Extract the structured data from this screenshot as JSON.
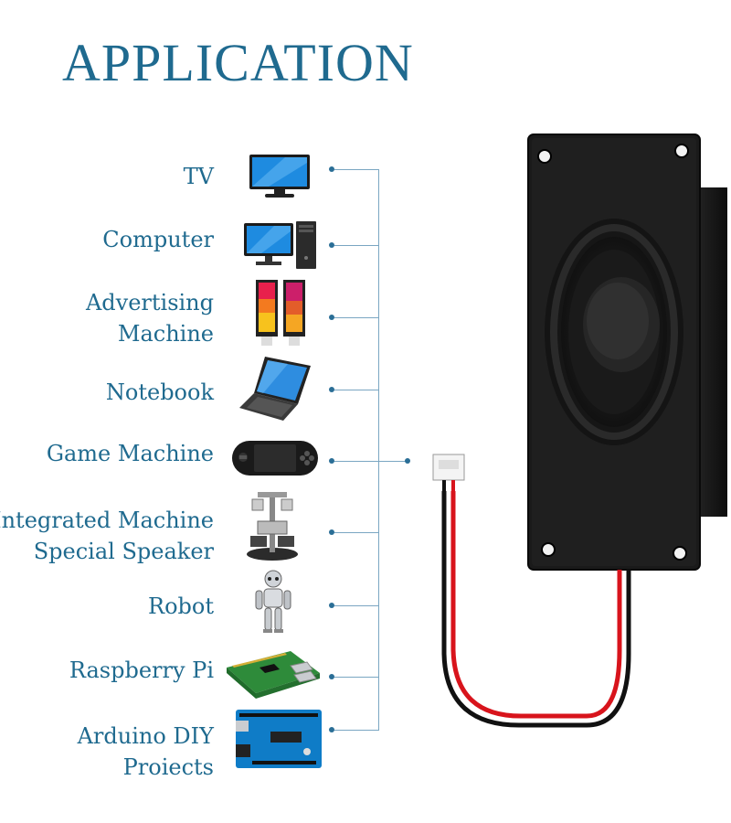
{
  "title": "APPLICATION",
  "applications": [
    {
      "label": "TV",
      "icon": "tv-icon"
    },
    {
      "label": "Computer",
      "icon": "desktop-computer-icon"
    },
    {
      "label_line1": "Advertising",
      "label_line2": "Machine",
      "icon": "advertising-machine-icon"
    },
    {
      "label": "Notebook",
      "icon": "laptop-icon"
    },
    {
      "label": "Game Machine",
      "icon": "handheld-game-console-icon"
    },
    {
      "label_line1": "Integrated Machine",
      "label_line2": "Special Speaker",
      "icon": "integrated-speaker-machine-icon"
    },
    {
      "label": "Robot",
      "icon": "robot-icon"
    },
    {
      "label": "Raspberry Pi",
      "icon": "raspberry-pi-board-icon"
    },
    {
      "label_line1": "Arduino DIY",
      "label_line2": "Proiects",
      "icon": "arduino-board-icon"
    }
  ],
  "product": {
    "name": "speaker-icon",
    "wire_colors": [
      "#111111",
      "#d8141c"
    ]
  },
  "colors": {
    "accent": "#1f6a8f",
    "connector_line": "#7aa6c2"
  }
}
